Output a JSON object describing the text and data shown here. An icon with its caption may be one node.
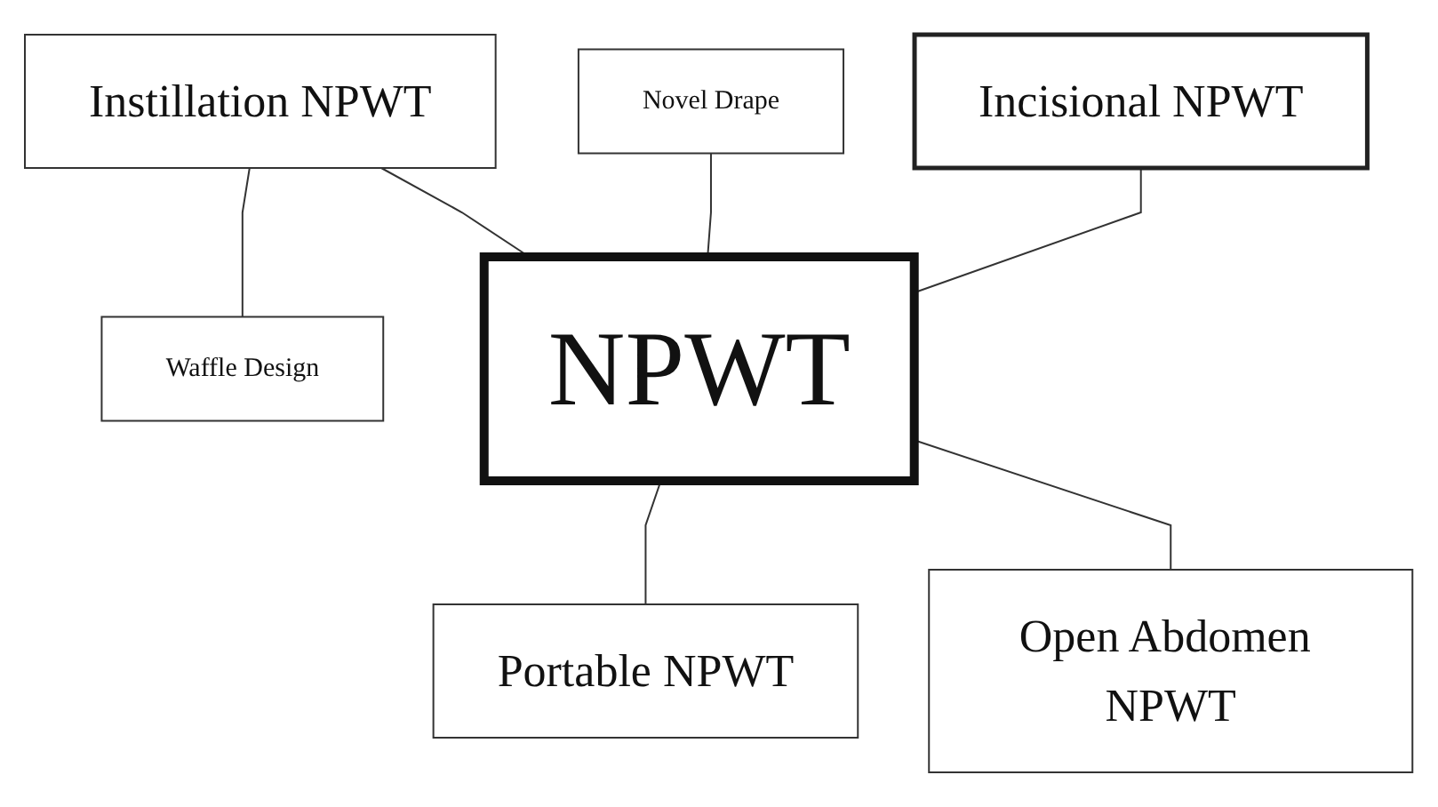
{
  "diagram": {
    "nodes": [
      {
        "text": [
          "Instillation NPWT"
        ]
      },
      {
        "text": [
          "Incisional NPWT"
        ]
      },
      {
        "text": [
          "Novel Drape"
        ]
      },
      {
        "text": [
          "Waffle Design"
        ]
      },
      {
        "text": [
          "NPWT"
        ]
      },
      {
        "text": [
          "Portable NPWT"
        ]
      },
      {
        "text": [
          "Open Abdomen NPWT"
        ]
      }
    ],
    "edges": [
      {
        "from": 0,
        "to": 3,
        "arrow": "none"
      },
      {
        "from": 0,
        "to": 4,
        "arrow": "none"
      },
      {
        "from": 2,
        "to": 4,
        "arrow": "none"
      },
      {
        "from": 1,
        "to": 4,
        "arrow": "none"
      },
      {
        "from": 4,
        "to": 5,
        "arrow": "none"
      },
      {
        "from": 4,
        "to": 6,
        "arrow": "none"
      }
    ]
  }
}
